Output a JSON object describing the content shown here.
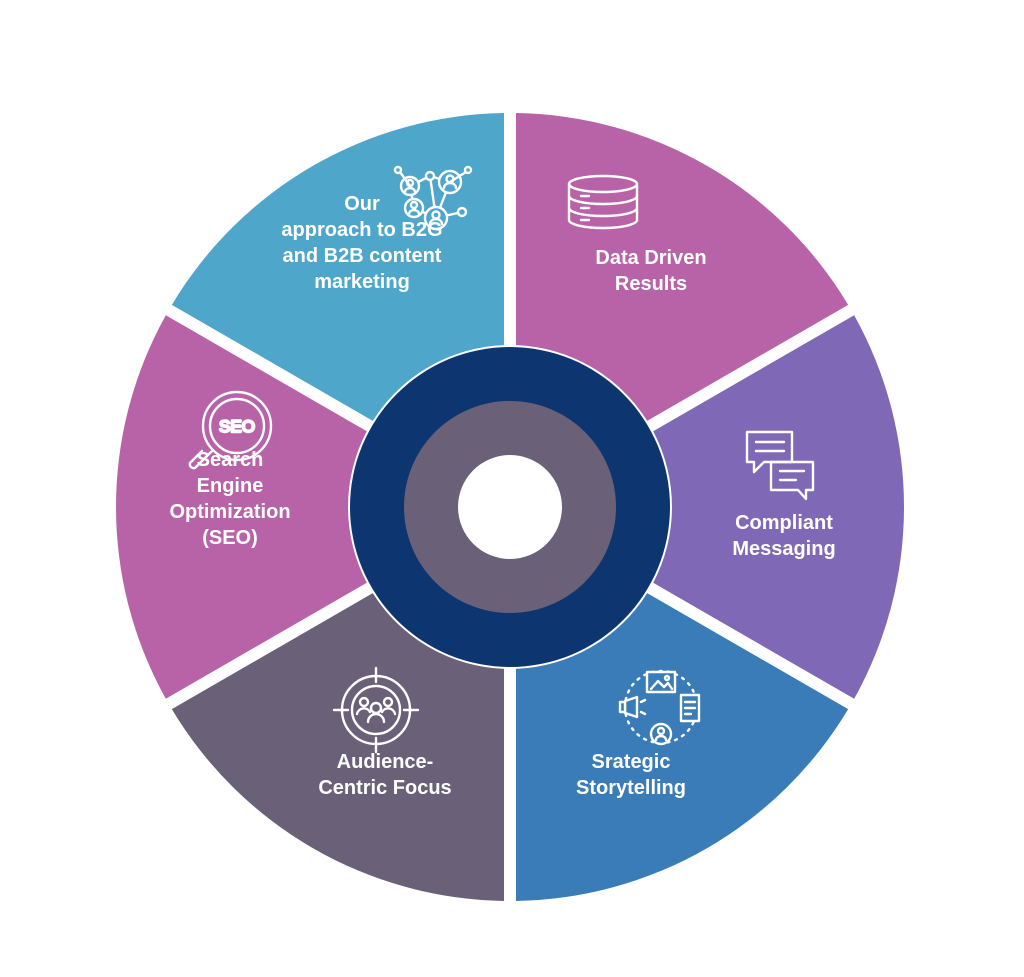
{
  "segments": [
    {
      "id": "data-driven-results",
      "lines": [
        "Data Driven",
        "Results"
      ],
      "icon": "database-icon",
      "color": "#b863a8"
    },
    {
      "id": "compliant-messaging",
      "lines": [
        "Compliant",
        "Messaging"
      ],
      "icon": "chat-bubbles-icon",
      "color": "#7f68b6"
    },
    {
      "id": "srategic-storytelling",
      "lines": [
        "Srategic",
        "Storytelling"
      ],
      "icon": "storytelling-media-icon",
      "color": "#3a7cb8"
    },
    {
      "id": "audience-centric-focus",
      "lines": [
        "Audience-",
        "Centric Focus"
      ],
      "icon": "audience-target-icon",
      "color": "#6a6178"
    },
    {
      "id": "search-engine-optimization",
      "lines": [
        "Search",
        "Engine",
        "Optimization",
        "(SEO)"
      ],
      "icon": "seo-magnifier-icon",
      "icon_text": "SEO",
      "color": "#b863a8"
    },
    {
      "id": "our-approach",
      "lines": [
        "Our",
        "approach to B2G",
        "and B2B content",
        "marketing"
      ],
      "icon": "network-people-icon",
      "color": "#4fa6cb"
    }
  ],
  "center": {
    "ring_color": "#0d3570",
    "disc_color": "#6a6178",
    "hole_color": "#ffffff"
  }
}
